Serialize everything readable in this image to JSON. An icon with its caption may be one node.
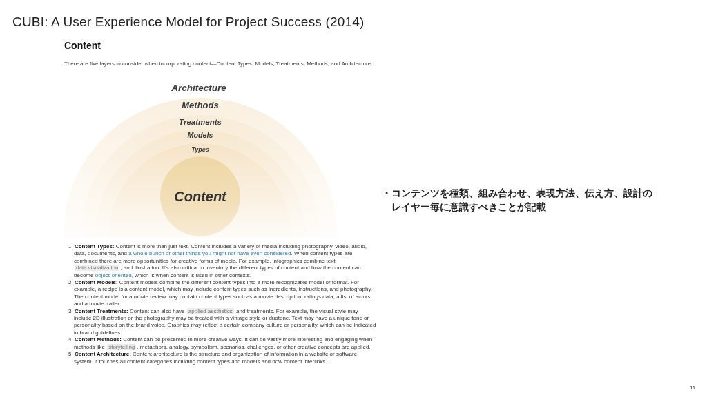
{
  "diagram": {
    "title": "CUBI: A User Experience Model for Project Success (2014)",
    "nodes": [
      {
        "text": [
          "Methods"
        ]
      },
      {
        "text": [
          "Treatments"
        ],
        "in": 0
      },
      {
        "text": [
          "Models"
        ],
        "in": 1
      },
      {
        "text": [
          "Types"
        ],
        "in": 2
      },
      {
        "text": [
          "Content"
        ],
        "in": 3
      }
    ],
    "labels": [
      "Content",
      "There are five layers to consider when incorporating content—Content Types, Models, Treatments, Methods, and Architecture.",
      "Architecture",
      "1. **Content Types:** Content is more than just text. Content includes a variety of media including photography, video, audio, data, documents, and",
      "a whole bunch of other things you might not have even considered",
      ". When content types are combined there are more opportunities for creative forms of media. For example, infographics combine text,",
      "data visualization",
      ", and illustration. It's also critical to inventory the different types of content and how the content can become",
      "object-oriented",
      ", which is when content is used in other contexts.",
      "2. **Content Models:** Content models combine the different content types into a more recognizable model or format. For example, a recipe is a content model, which may include content types such as ingredients, instructions, and photography. The content model for a movie review may contain content types such as a movie description, ratings data, a list of actors, and a movie trailer.",
      "3. **Content Treatments:** Content can also have",
      "applied aesthetics",
      "and treatments. For example, the visual style may include 2D illustration or the photography may be treated with a vintage style or duotone. Text may have a unique tone or personality based on the brand voice. Graphics may reflect a certain company culture or personality, which can be indicated in brand guidelines.",
      "4. **Content Methods:** Content can be presented in more creative ways. It can be vastly more interesting and engaging when methods like",
      "storytelling",
      ", metaphors, analogy, symbolism, scenarios, challenges, or other creative concepts are applied.",
      "5. **Content Architecture:** Content architecture is the structure and organization of information in a website or software system. It touches all content categories including content types and models and how content interlinks.",
      "・コンテンツを種類、組み合わせ、表現方法、伝え方、設計のレイヤー毎に意識すべきことが記載",
      "11"
    ]
  }
}
